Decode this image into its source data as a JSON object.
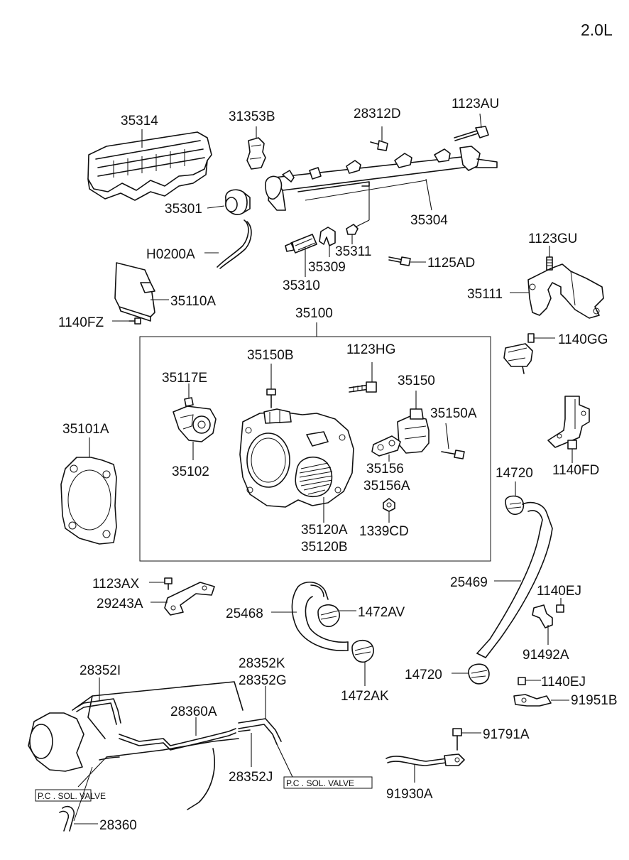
{
  "engine": "2.0L",
  "labels": {
    "p35314": "35314",
    "p31353B": "31353B",
    "p28312D": "28312D",
    "p1123AU": "1123AU",
    "p35301": "35301",
    "p35304": "35304",
    "pH0200A": "H0200A",
    "p35311": "35311",
    "p35309": "35309",
    "p35310": "35310",
    "p1125AD": "1125AD",
    "p1123GU": "1123GU",
    "p35111": "35111",
    "p35110A": "35110A",
    "p1140FZ": "1140FZ",
    "p35100": "35100",
    "p1140GG": "1140GG",
    "p35150B": "35150B",
    "p1123HG": "1123HG",
    "p35117E": "35117E",
    "p35150": "35150",
    "p35150A": "35150A",
    "p35101A": "35101A",
    "p35102": "35102",
    "p35156": "35156",
    "p35156A": "35156A",
    "p1140FD": "1140FD",
    "p14720a": "14720",
    "p35120A": "35120A",
    "p35120B": "35120B",
    "p1339CD": "1339CD",
    "p25469": "25469",
    "p1123AX": "1123AX",
    "p29243A": "29243A",
    "p1140EJa": "1140EJ",
    "p25468": "25468",
    "p1472AV": "1472AV",
    "p91492A": "91492A",
    "p28352K": "28352K",
    "p28352G": "28352G",
    "p28352I": "28352I",
    "p14720b": "14720",
    "p1140EJb": "1140EJ",
    "p1472AK": "1472AK",
    "p91951B": "91951B",
    "p28360A": "28360A",
    "p91791A": "91791A",
    "p28352J": "28352J",
    "p91930A": "91930A",
    "p28360": "28360"
  },
  "boxes": {
    "pc_sol_valve_left": "P.C . SOL. VALVE",
    "pc_sol_valve_right": "P.C . SOL. VALVE"
  }
}
